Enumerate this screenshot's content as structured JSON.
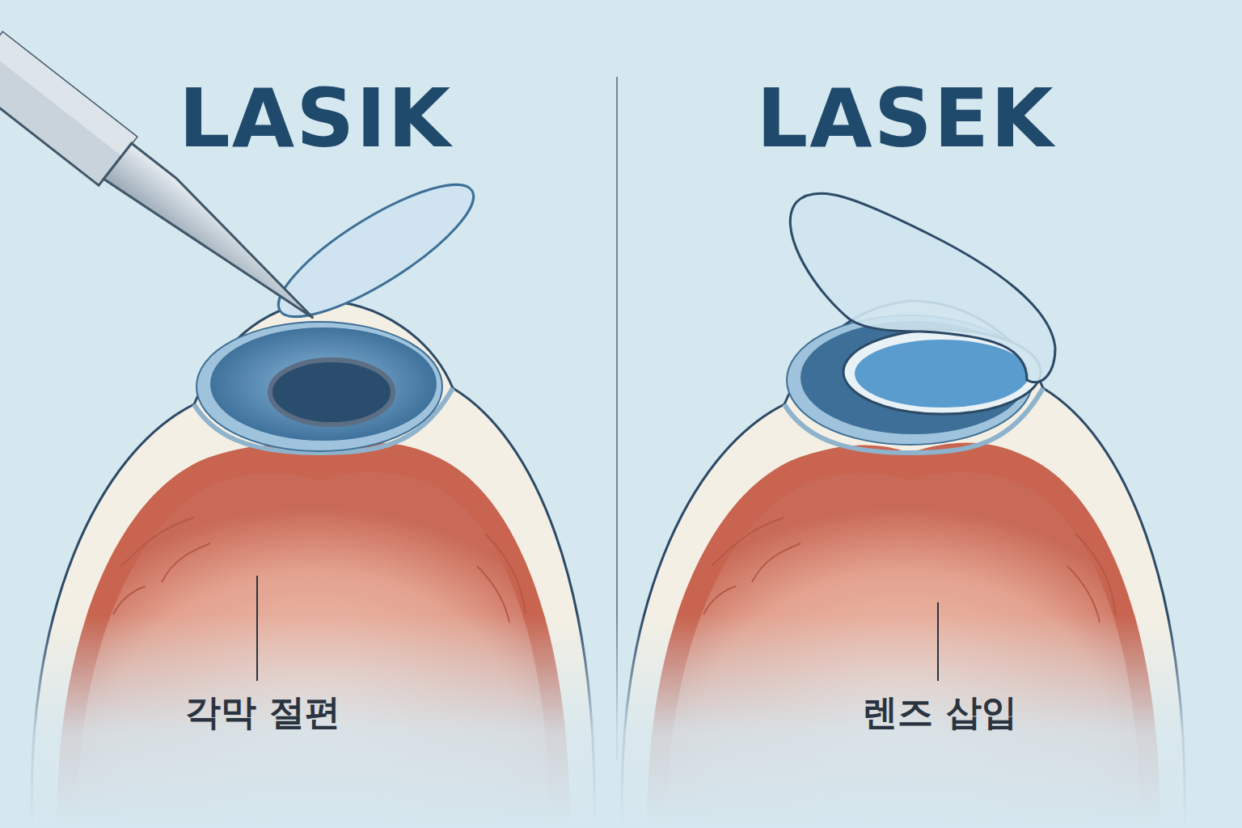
{
  "diagram": {
    "labels": [
      "LASIK",
      "LASEK",
      "각막 절편",
      "렌즈 삽입"
    ]
  }
}
